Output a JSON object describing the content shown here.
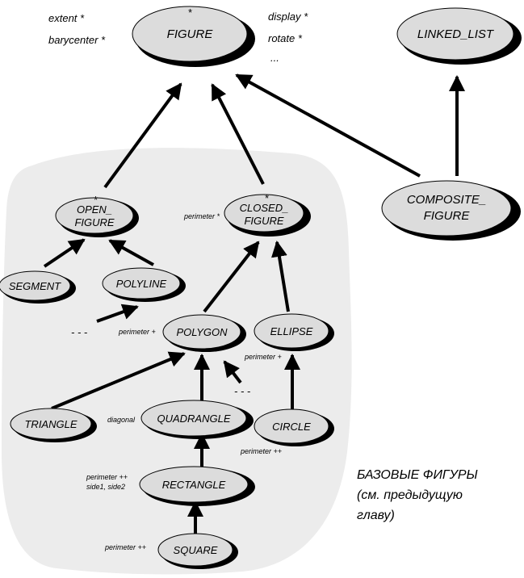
{
  "colors": {
    "cluster_fill": "#ececec",
    "node_fill": "#dcdcdc",
    "node_shadow": "#000000",
    "ink": "#000000"
  },
  "nodes": {
    "figure": {
      "label": "FIGURE",
      "deferred_mark": "*"
    },
    "linked_list": {
      "label": "LINKED_LIST"
    },
    "open_figure": {
      "line1": "OPEN_",
      "line2": "FIGURE",
      "deferred_mark": "*"
    },
    "closed_figure": {
      "line1": "CLOSED_",
      "line2": "FIGURE",
      "deferred_mark": "*"
    },
    "composite_figure": {
      "line1": "COMPOSITE_",
      "line2": "FIGURE"
    },
    "segment": {
      "label": "SEGMENT"
    },
    "polyline": {
      "label": "POLYLINE"
    },
    "polygon": {
      "label": "POLYGON"
    },
    "ellipse": {
      "label": "ELLIPSE"
    },
    "triangle": {
      "label": "TRIANGLE"
    },
    "quadrangle": {
      "label": "QUADRANGLE"
    },
    "circle": {
      "label": "CIRCLE"
    },
    "rectangle": {
      "label": "RECTANGLE"
    },
    "square": {
      "label": "SQUARE"
    }
  },
  "features": {
    "figure_left": [
      "extent *",
      "barycenter *"
    ],
    "figure_right": [
      "display *",
      "rotate *",
      "..."
    ],
    "closed_figure": "perimeter *",
    "polygon": "perimeter +",
    "ellipse": "perimeter +",
    "quadrangle": "diagonal",
    "circle": "perimeter ++",
    "rectangle_line1": "perimeter ++",
    "rectangle_line2": "side1, side2",
    "square": "perimeter ++",
    "polyline_dots": "- - -",
    "polygon_dots": "- - -"
  },
  "cluster": {
    "caption_lines": [
      "БАЗОВЫЕ ФИГУРЫ",
      "(см. предыдущую",
      "главу)"
    ]
  }
}
